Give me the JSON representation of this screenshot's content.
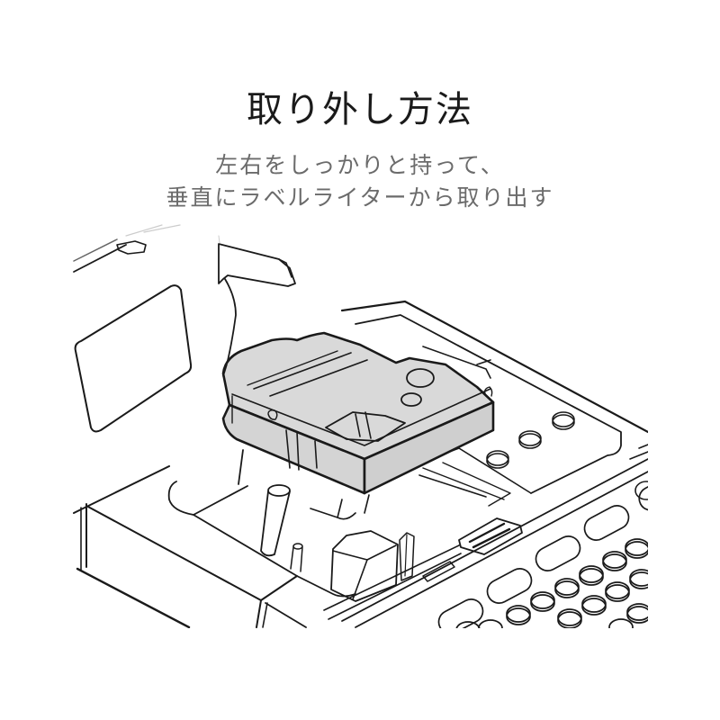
{
  "title": "取り外し方法",
  "instructions": {
    "line1": "左右をしっかりと持って、",
    "line2": "垂直にラベルライターから取り出す"
  },
  "illustration": {
    "subject": "label-writer-cartridge-removal",
    "parts": [
      "tape-cartridge",
      "label-writer-body",
      "cartridge-compartment",
      "open-lid",
      "keypad",
      "function-buttons",
      "display-window"
    ],
    "colors": {
      "line": "#1a1a1a",
      "cartridge_fill": "#d9d9d9",
      "background": "#ffffff",
      "title_text": "#1a1a1a",
      "subtitle_text": "#6b6b6b"
    }
  }
}
